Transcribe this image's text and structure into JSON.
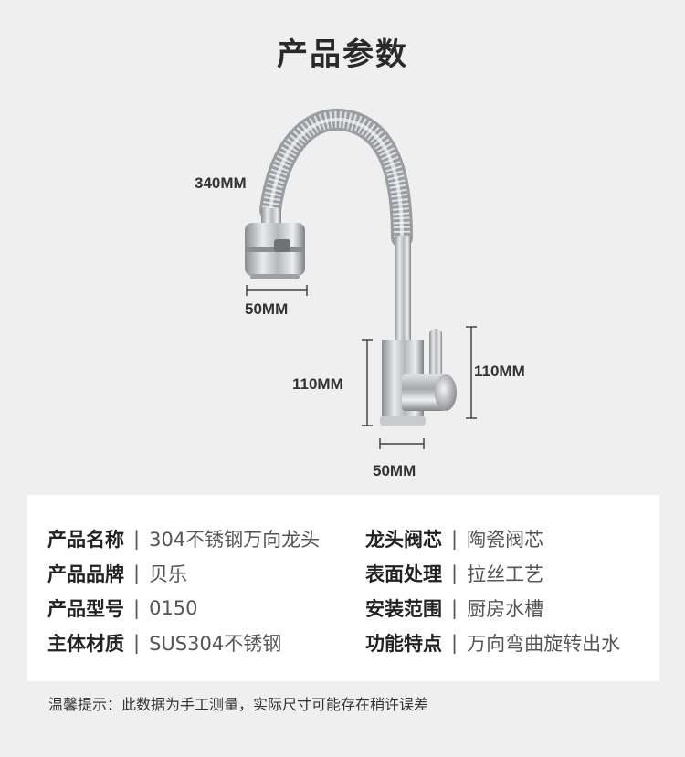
{
  "title": "产品参数",
  "dimensions": {
    "hose_length": "340MM",
    "head_width": "50MM",
    "body_height_left": "110MM",
    "body_height_right": "110MM",
    "base_width": "50MM"
  },
  "specs": {
    "left": [
      {
        "label": "产品名称",
        "value": "304不锈钢万向龙头"
      },
      {
        "label": "产品品牌",
        "value": "贝乐"
      },
      {
        "label": "产品型号",
        "value": "0150"
      },
      {
        "label": "主体材质",
        "value": "SUS304不锈钢"
      }
    ],
    "right": [
      {
        "label": "龙头阀芯",
        "value": "陶瓷阀芯"
      },
      {
        "label": "表面处理",
        "value": "拉丝工艺"
      },
      {
        "label": "安装范围",
        "value": "厨房水槽"
      },
      {
        "label": "功能特点",
        "value": "万向弯曲旋转出水"
      }
    ],
    "separator": "|"
  },
  "note": "温馨提示：此数据为手工测量，实际尺寸可能存在稍许误差",
  "colors": {
    "background": "#efefef",
    "card": "#ffffff",
    "steel": "#b8bcc0"
  }
}
